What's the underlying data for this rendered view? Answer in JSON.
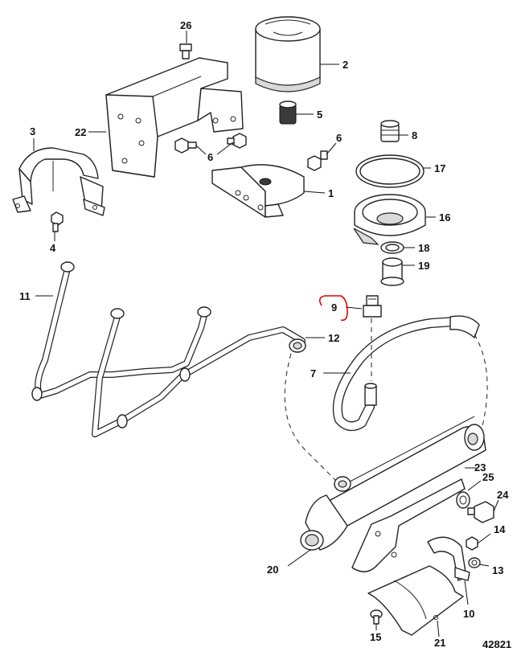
{
  "callouts": {
    "c1": "1",
    "c2": "2",
    "c3": "3",
    "c4": "4",
    "c5": "5",
    "c6a": "6",
    "c6b": "6",
    "c7": "7",
    "c8": "8",
    "c9": "9",
    "c10": "10",
    "c11": "11",
    "c12": "12",
    "c13": "13",
    "c14": "14",
    "c15": "15",
    "c16": "16",
    "c17": "17",
    "c18": "18",
    "c19": "19",
    "c20": "20",
    "c21": "21",
    "c22": "22",
    "c23": "23",
    "c24": "24",
    "c25": "25",
    "c26": "26"
  },
  "figure_number": "42821",
  "highlight_color": "#e00000"
}
